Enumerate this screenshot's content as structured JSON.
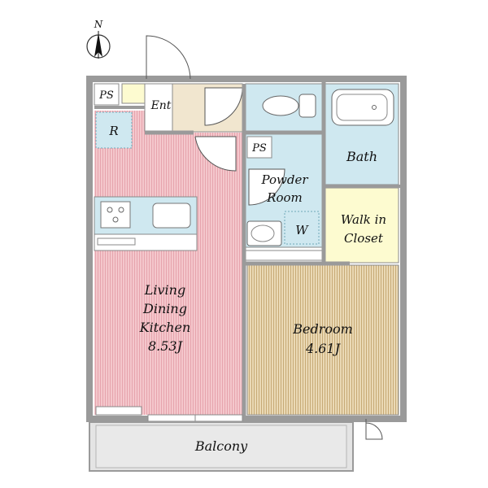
{
  "compass": {
    "label": "N"
  },
  "rooms": {
    "ps_top": "PS",
    "entrance": "Ent",
    "refrigerator": "R",
    "ps_mid": "PS",
    "powder_line1": "Powder",
    "powder_line2": "Room",
    "washer": "W",
    "bath": "Bath",
    "walkin_line1": "Walk in",
    "walkin_line2": "Closet",
    "ldk_line1": "Living",
    "ldk_line2": "Dining",
    "ldk_line3": "Kitchen",
    "ldk_size": "8.53J",
    "bedroom_line1": "Bedroom",
    "bedroom_size": "4.61J",
    "balcony": "Balcony"
  },
  "colors": {
    "wall": "#9a9a9a",
    "living_floor": "#f4c7cc",
    "living_stripe": "#e9a9b1",
    "bedroom_floor": "#ead9b5",
    "bedroom_stripe": "#c9ad7a",
    "wet_area": "#cfe8f0",
    "closet": "#fdfbd0",
    "entrance": "#f1e6cf",
    "balcony": "#e4e4e4"
  }
}
